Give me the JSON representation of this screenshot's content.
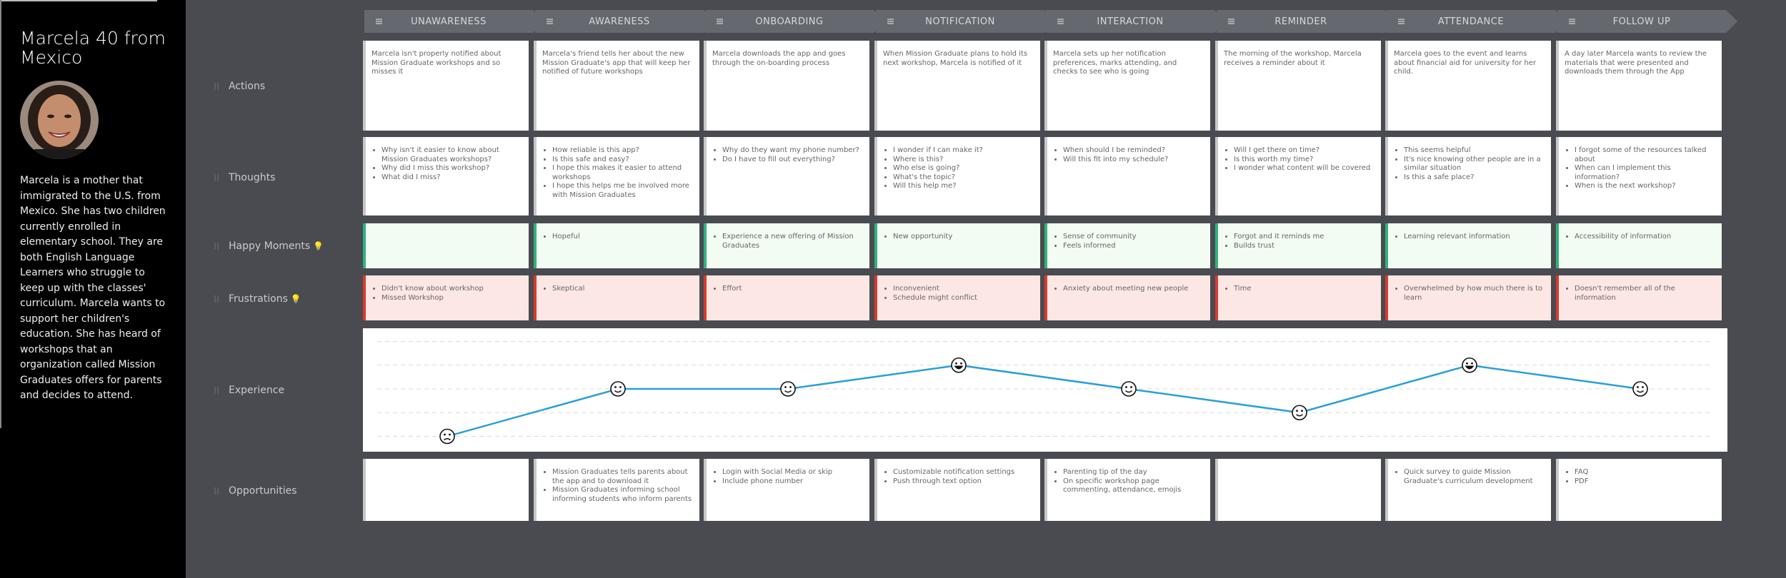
{
  "persona": {
    "name": "Marcela 40 from Mexico",
    "bio": "Marcela is a mother that immigrated to the U.S. from Mexico. She has two children currently enrolled in elementary school. They are both English Language Learners who struggle to keep up with the classes' curriculum. Marcela wants to support her children's education. She has heard of workshops that an organization called Mission Graduates offers for parents and decides to attend."
  },
  "rows": {
    "actions": "Actions",
    "thoughts": "Thoughts",
    "happy": "Happy Moments",
    "frustrations": "Frustrations",
    "experience": "Experience",
    "opportunities": "Opportunities"
  },
  "stages": [
    "UNAWARENESS",
    "AWARENESS",
    "ONBOARDING",
    "NOTIFICATION",
    "INTERACTION",
    "REMINDER",
    "ATTENDANCE",
    "FOLLOW UP"
  ],
  "actions": [
    "Marcela isn't properly notified about Mission Graduate workshops and so misses it",
    "Marcela's friend tells her about the new Mission Graduate's app that will keep her notified of future workshops",
    "Marcela downloads the app and goes through the on-boarding process",
    "When Mission Graduate plans to hold its next workshop, Marcela is notified of it",
    "Marcela sets up her notification preferences, marks attending, and checks to see who is going",
    "The morning of the workshop, Marcela receives a reminder about it",
    "Marcela goes to the event and learns about financial aid for university for her child.",
    "A day later Marcela wants to review the materials that were presented and downloads them through the App"
  ],
  "thoughts": [
    [
      "Why isn't it easier to know about Mission Graduates workshops?",
      "Why did I miss this workshop?",
      "What did I miss?"
    ],
    [
      "How reliable is this app?",
      "Is this safe and easy?",
      "I hope this makes it easier to attend workshops",
      "I hope this helps me be involved more with Mission Graduates"
    ],
    [
      "Why do they want my phone number?",
      "Do I have to fill out everything?"
    ],
    [
      "I wonder if I can make it?",
      "Where is this?",
      "Who else is going?",
      "What's the topic?",
      "Will this help me?"
    ],
    [
      "When should I be reminded?",
      "Will this fit into my schedule?"
    ],
    [
      "Will I get there on time?",
      "Is this worth my time?",
      "I wonder what content will be covered"
    ],
    [
      "This seems helpful",
      "It's nice knowing other people are in a similar situation",
      "Is this a safe place?"
    ],
    [
      "I forgot some of the resources talked about",
      "When can I implement this information?",
      "When is the next workshop?"
    ]
  ],
  "happy": [
    [],
    [
      "Hopeful"
    ],
    [
      "Experience a new offering of Mission Graduates"
    ],
    [
      "New opportunity"
    ],
    [
      "Sense of community",
      "Feels informed"
    ],
    [
      "Forgot and it reminds me",
      "Builds trust"
    ],
    [
      "Learning relevant information"
    ],
    [
      "Accessibility of information"
    ]
  ],
  "frustrations": [
    [
      "Didn't know about workshop",
      "Missed Workshop"
    ],
    [
      "Skeptical"
    ],
    [
      "Effort"
    ],
    [
      "Inconvenient",
      "Schedule might conflict"
    ],
    [
      "Anxiety about meeting new people"
    ],
    [
      "Time"
    ],
    [
      "Overwhelmed by how much there is to learn"
    ],
    [
      "Doesn't remember all of the information"
    ]
  ],
  "opportunities": [
    [],
    [
      "Mission Graduates tells parents about the app and to download it",
      "Mission Graduates informing school informing students who inform parents"
    ],
    [
      "Login with Social Media or skip",
      "Include phone number"
    ],
    [
      "Customizable notification settings",
      "Push through text option"
    ],
    [
      "Parenting tip of the day",
      "On specific workshop page commenting, attendance, emojis"
    ],
    [],
    [
      "Quick survey to guide Mission Graduate's curriculum development"
    ],
    [
      "FAQ",
      "PDF"
    ]
  ],
  "chart_data": {
    "type": "line",
    "categories": [
      "UNAWARENESS",
      "AWARENESS",
      "ONBOARDING",
      "NOTIFICATION",
      "INTERACTION",
      "REMINDER",
      "ATTENDANCE",
      "FOLLOW UP"
    ],
    "levels": [
      1,
      3,
      3,
      4,
      3,
      2,
      4,
      3
    ],
    "level_scale": [
      1,
      5
    ],
    "markers": [
      "sad",
      "smile",
      "smile",
      "happy",
      "smile",
      "smile",
      "happy",
      "smile"
    ],
    "line_color": "#2a9fd8",
    "grid": "dashed"
  }
}
